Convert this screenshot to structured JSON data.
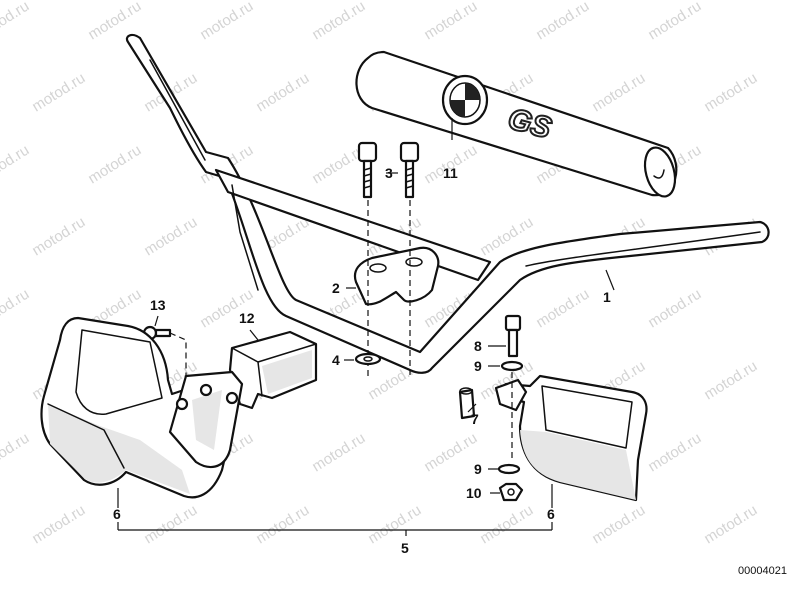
{
  "watermark": "motod.ru",
  "drawing_number": "00004021",
  "pad_logo": "GS",
  "callouts": {
    "c1": "1",
    "c2": "2",
    "c3": "3",
    "c4": "4",
    "c5": "5",
    "c6a": "6",
    "c6b": "6",
    "c7": "7",
    "c8": "8",
    "c9a": "9",
    "c9b": "9",
    "c10": "10",
    "c11": "11",
    "c12": "12",
    "c13": "13"
  }
}
